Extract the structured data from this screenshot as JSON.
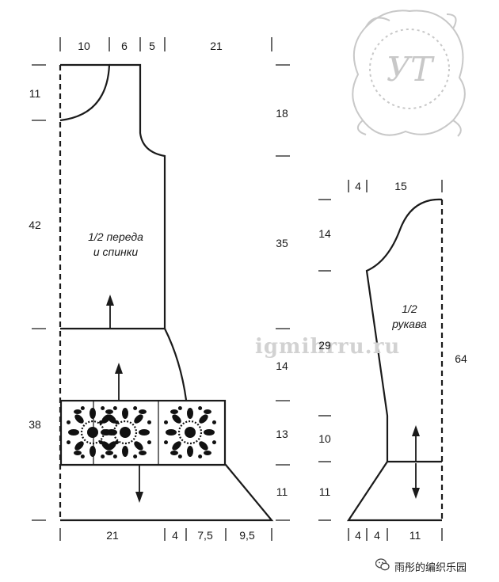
{
  "body": {
    "widths_top": [
      "10",
      "6",
      "5",
      "21"
    ],
    "heights_left": [
      "11",
      "42",
      "38"
    ],
    "heights_right": [
      "18",
      "35",
      "14",
      "13",
      "11"
    ],
    "widths_bottom": [
      "21",
      "4",
      "7,5",
      "9,5"
    ],
    "label_line1": "1/2 переда",
    "label_line2": "и спинки"
  },
  "sleeve": {
    "widths_top": [
      "4",
      "15"
    ],
    "heights_left": [
      "14",
      "29",
      "10",
      "11"
    ],
    "height_total": "64",
    "widths_bottom": [
      "4",
      "4",
      "11"
    ],
    "label_line1": "1/2",
    "label_line2": "рукава"
  },
  "watermark": "igmihrru.ru",
  "logo_text": "УТ",
  "credit": "雨彤的编织乐园",
  "colors": {
    "line": "#1a1a1a",
    "motif": "#111111",
    "watermark": "#d2d2d2",
    "logo": "#c8c8c8"
  }
}
